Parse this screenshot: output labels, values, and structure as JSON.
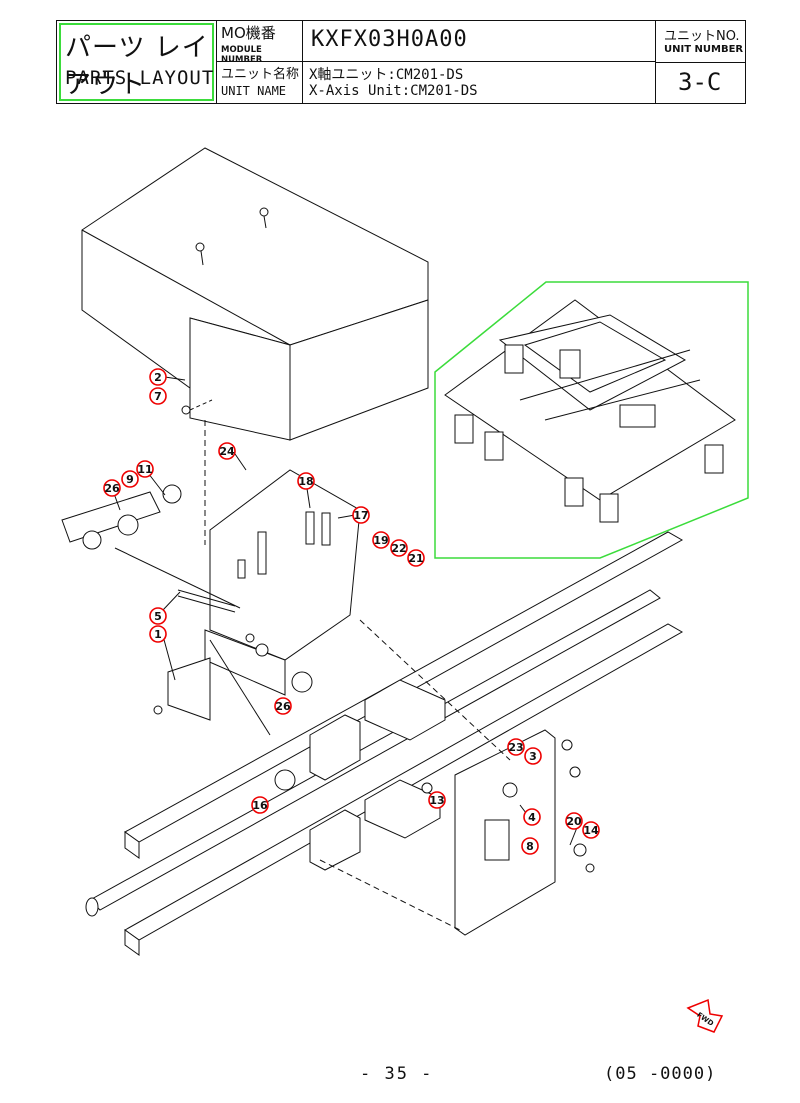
{
  "header": {
    "title_jp": "パーツ レイアウト",
    "title_en": "PARTS LAYOUT",
    "module_label_jp": "MO機番",
    "module_label_en": "MODULE NUMBER",
    "module_number": "KXFX03H0A00",
    "unit_name_label_jp": "ユニット名称",
    "unit_name_label_en": "UNIT NAME",
    "unit_name_jp": "X軸ユニット:CM201-DS",
    "unit_name_en": "X-Axis Unit:CM201-DS",
    "unit_no_label_jp": "ユニットNO.",
    "unit_no_label_en": "UNIT NUMBER",
    "unit_number": "3-C"
  },
  "callouts": [
    "2",
    "7",
    "24",
    "9",
    "11",
    "26",
    "18",
    "17",
    "19",
    "22",
    "21",
    "5",
    "1",
    "26",
    "23",
    "3",
    "16",
    "13",
    "4",
    "20",
    "14",
    "8"
  ],
  "fwd_label": "FWD",
  "footer": {
    "page_number": "- 35 -",
    "doc_code": "(05 -0000)"
  },
  "colors": {
    "callout_ring": "#e00000",
    "highlight_box": "#3bdc3b",
    "line": "#111111"
  }
}
